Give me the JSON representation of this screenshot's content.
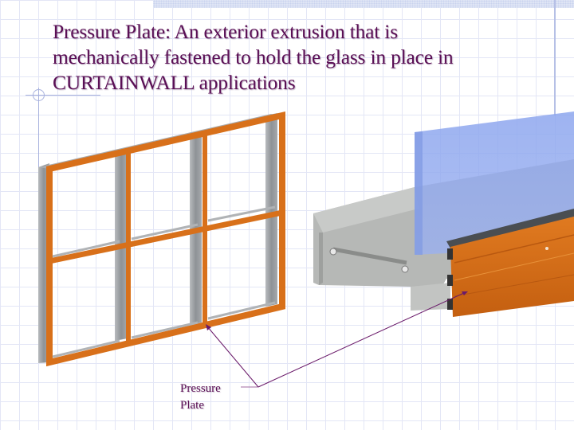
{
  "slide": {
    "title": "Pressure Plate: An exterior extrusion that is mechanically fastened to hold the glass in place in CURTAINWALL applications",
    "title_lines": [
      "Pressure Plate: An exterior extrusion that is",
      "mechanically fastened to hold the glass in place in",
      "CURTAINWALL applications"
    ],
    "callout": {
      "line1": "Pressure",
      "line2": "Plate"
    }
  },
  "colors": {
    "title_text": "#5a0f55",
    "grid": "#e3e6f6",
    "pressure_plate_orange": "#d8701a",
    "mullion_gray": "#9a9ea2",
    "glass_blue": "#8fa8ee",
    "leader_line": "#6a1a6a"
  },
  "diagram": {
    "left_figure": "curtainwall-frame-3x2-grid",
    "right_figure": "mullion-section-with-glass-and-pressure-plate"
  }
}
